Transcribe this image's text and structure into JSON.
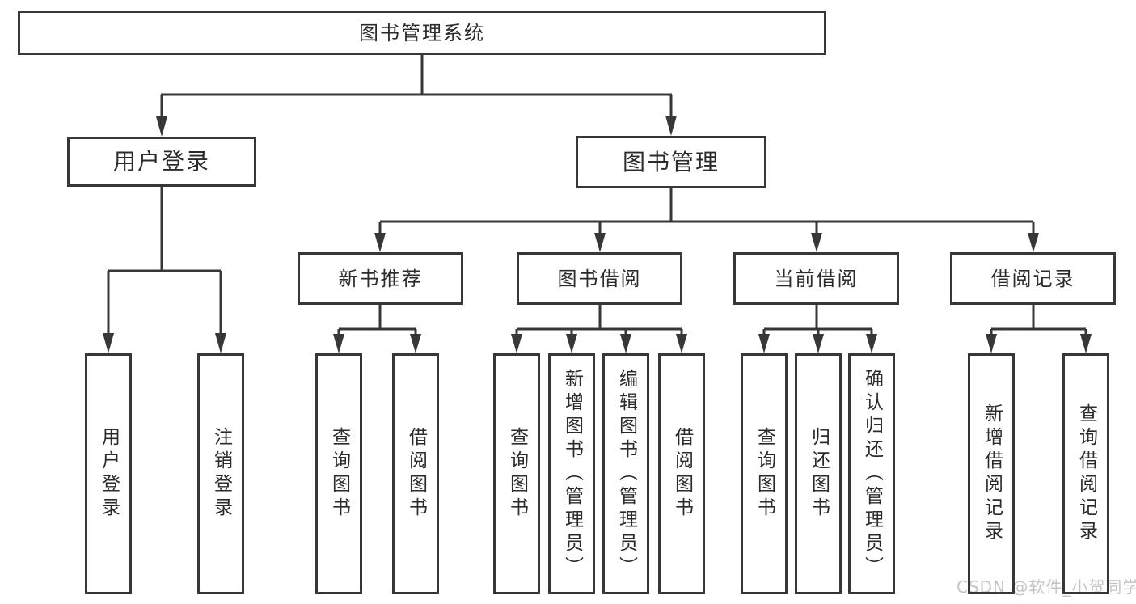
{
  "diagram_title": "图书管理系统",
  "nodes": {
    "root": {
      "label": "图书管理系统"
    },
    "level2": {
      "user_login_group": {
        "label": "用户登录"
      },
      "book_mgmt": {
        "label": "图书管理"
      }
    },
    "level3": {
      "new_book_rec": {
        "label": "新书推荐"
      },
      "book_borrow": {
        "label": "图书借阅"
      },
      "current_borrow": {
        "label": "当前借阅"
      },
      "borrow_records": {
        "label": "借阅记录"
      }
    },
    "leaves": {
      "user_login": {
        "label": "用户登录"
      },
      "logout": {
        "label": "注销登录"
      },
      "nbr_query_books": {
        "label": "查询图书"
      },
      "nbr_borrow_books": {
        "label": "借阅图书"
      },
      "bb_query_books": {
        "label": "查询图书"
      },
      "bb_add_books": {
        "label": "新增图书（管理员）"
      },
      "bb_edit_books": {
        "label": "编辑图书（管理员）"
      },
      "bb_borrow_books": {
        "label": "借阅图书"
      },
      "cb_query_books": {
        "label": "查询图书"
      },
      "cb_return_books": {
        "label": "归还图书"
      },
      "cb_confirm_return": {
        "label": "确认归还（管理员）"
      },
      "br_add_record": {
        "label": "新增借阅记录"
      },
      "br_query_record": {
        "label": "查询借阅记录"
      }
    }
  },
  "watermark": {
    "text": "CSDN @软件_小贺同学"
  },
  "colors": {
    "line": "#373737",
    "box_border": "#373737",
    "text": "#2b2b2b",
    "background": "#ffffff",
    "watermark": "#c5c5c5"
  }
}
